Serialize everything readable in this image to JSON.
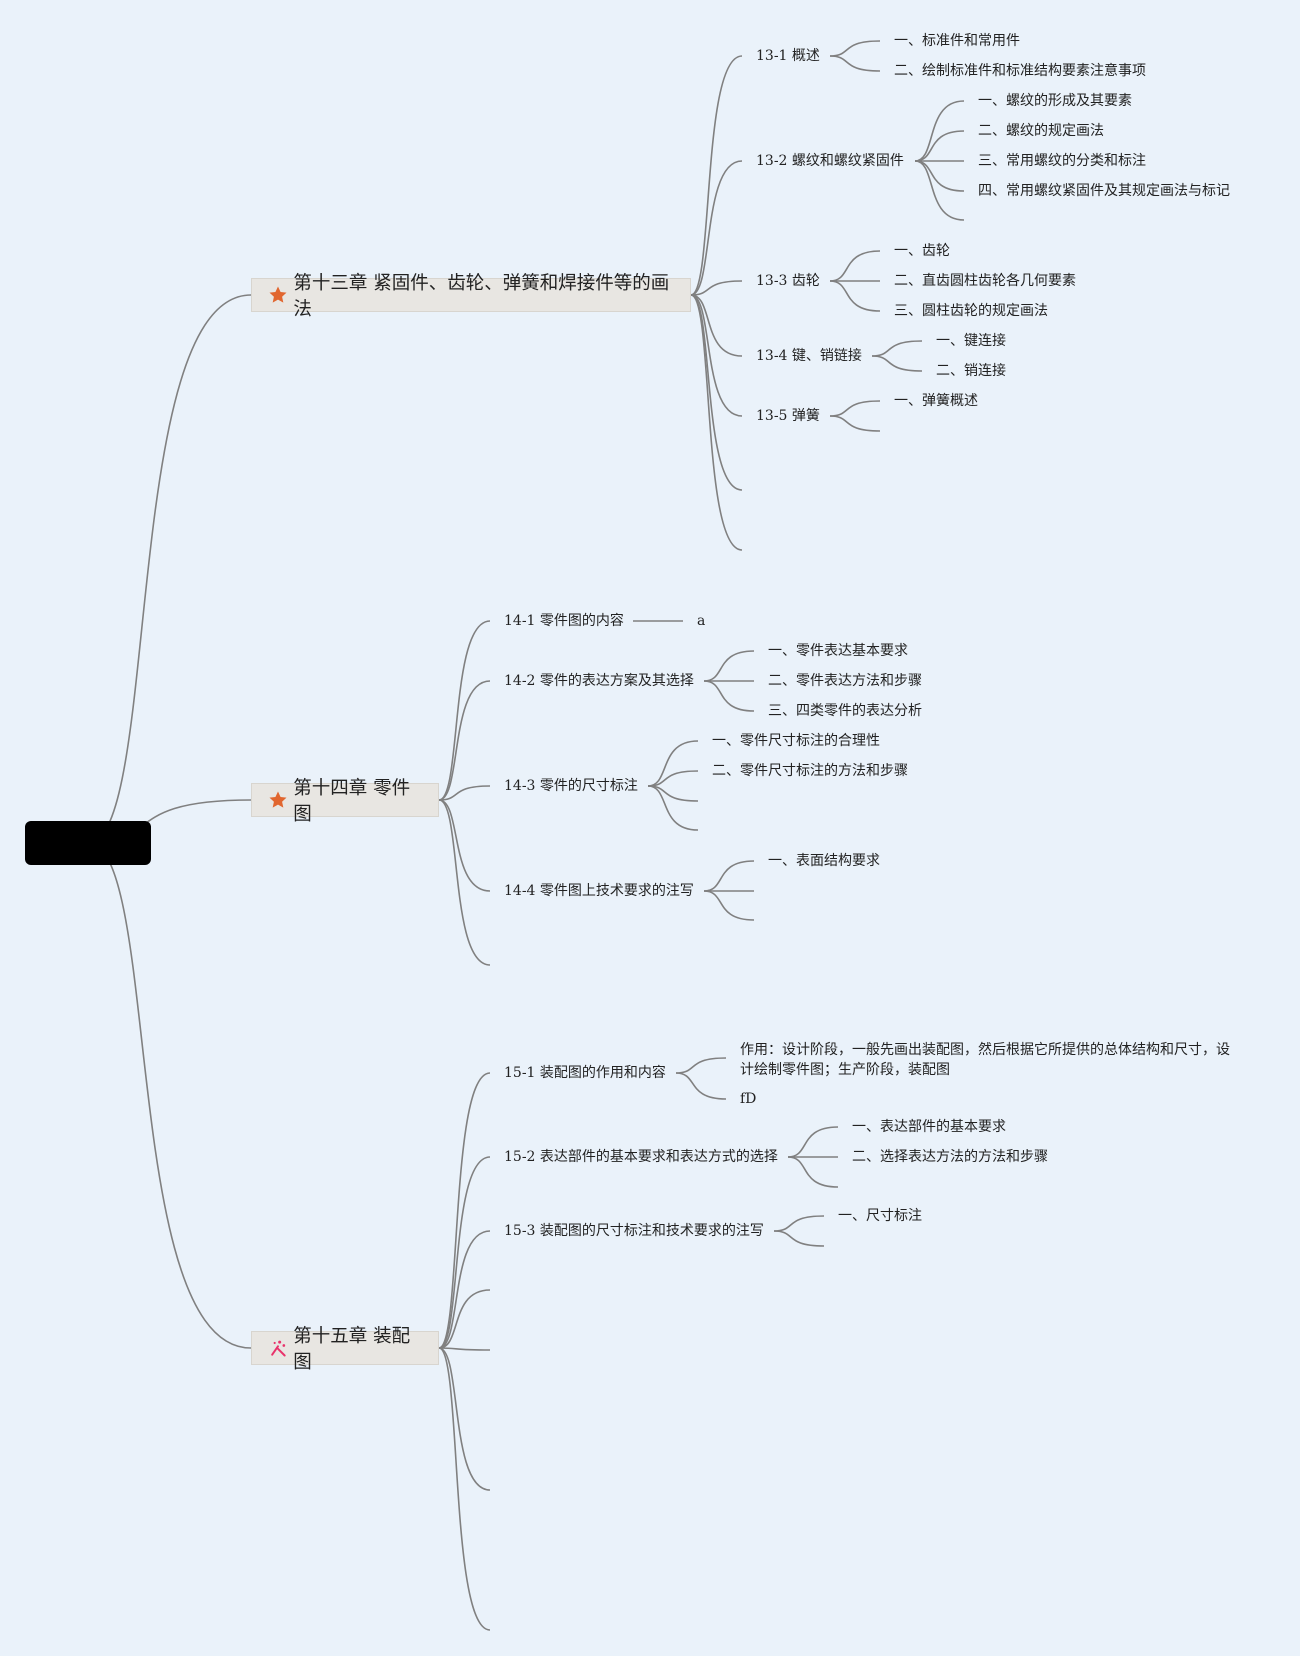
{
  "colors": {
    "background": "#eaf2fa",
    "edge": "#808080",
    "star": "#e1662f",
    "sparkle": "#e8336b",
    "root": "#000000"
  },
  "root": {
    "label": ""
  },
  "chapters": {
    "c13": {
      "icon": "star-icon",
      "label": "第十三章 紧固件、齿轮、弹簧和焊接件等的画法"
    },
    "c14": {
      "icon": "star-icon",
      "label": "第十四章 零件图"
    },
    "c15": {
      "icon": "sparkle-icon",
      "label": "第十五章 装配图"
    }
  },
  "sections": {
    "s13_1": {
      "label": "13-1 概述",
      "items": [
        "一、标准件和常用件",
        "二、绘制标准件和标准结构要素注意事项"
      ]
    },
    "s13_2": {
      "label": "13-2 螺纹和螺纹紧固件",
      "items": [
        "一、螺纹的形成及其要素",
        "二、螺纹的规定画法",
        "三、常用螺纹的分类和标注",
        "四、常用螺纹紧固件及其规定画法与标记"
      ]
    },
    "s13_3": {
      "label": "13-3 齿轮",
      "items": [
        "一、齿轮",
        "二、直齿圆柱齿轮各几何要素",
        "三、圆柱齿轮的规定画法"
      ]
    },
    "s13_4": {
      "label": "13-4 键、销链接",
      "items": [
        "一、键连接",
        "二、销连接"
      ]
    },
    "s13_5": {
      "label": "13-5 弹簧",
      "items": [
        "一、弹簧概述"
      ]
    },
    "s14_1": {
      "label": "14-1 零件图的内容",
      "items": [
        "a"
      ]
    },
    "s14_2": {
      "label": "14-2 零件的表达方案及其选择",
      "items": [
        "一、零件表达基本要求",
        "二、零件表达方法和步骤",
        "三、四类零件的表达分析"
      ]
    },
    "s14_3": {
      "label": "14-3 零件的尺寸标注",
      "items": [
        "一、零件尺寸标注的合理性",
        "二、零件尺寸标注的方法和步骤"
      ]
    },
    "s14_4": {
      "label": "14-4 零件图上技术要求的注写",
      "items": [
        "一、表面结构要求"
      ]
    },
    "s15_1": {
      "label": "15-1 装配图的作用和内容",
      "items": [
        "作用：设计阶段，一般先画出装配图，然后根据它所提供的总体结构和尺寸，设计绘制零件图；生产阶段，装配图",
        "fD"
      ]
    },
    "s15_2": {
      "label": "15-2 表达部件的基本要求和表达方式的选择",
      "items": [
        "一、表达部件的基本要求",
        "二、选择表达方法的方法和步骤"
      ]
    },
    "s15_3": {
      "label": "15-3 装配图的尺寸标注和技术要求的注写",
      "items": [
        "一、尺寸标注"
      ]
    }
  }
}
